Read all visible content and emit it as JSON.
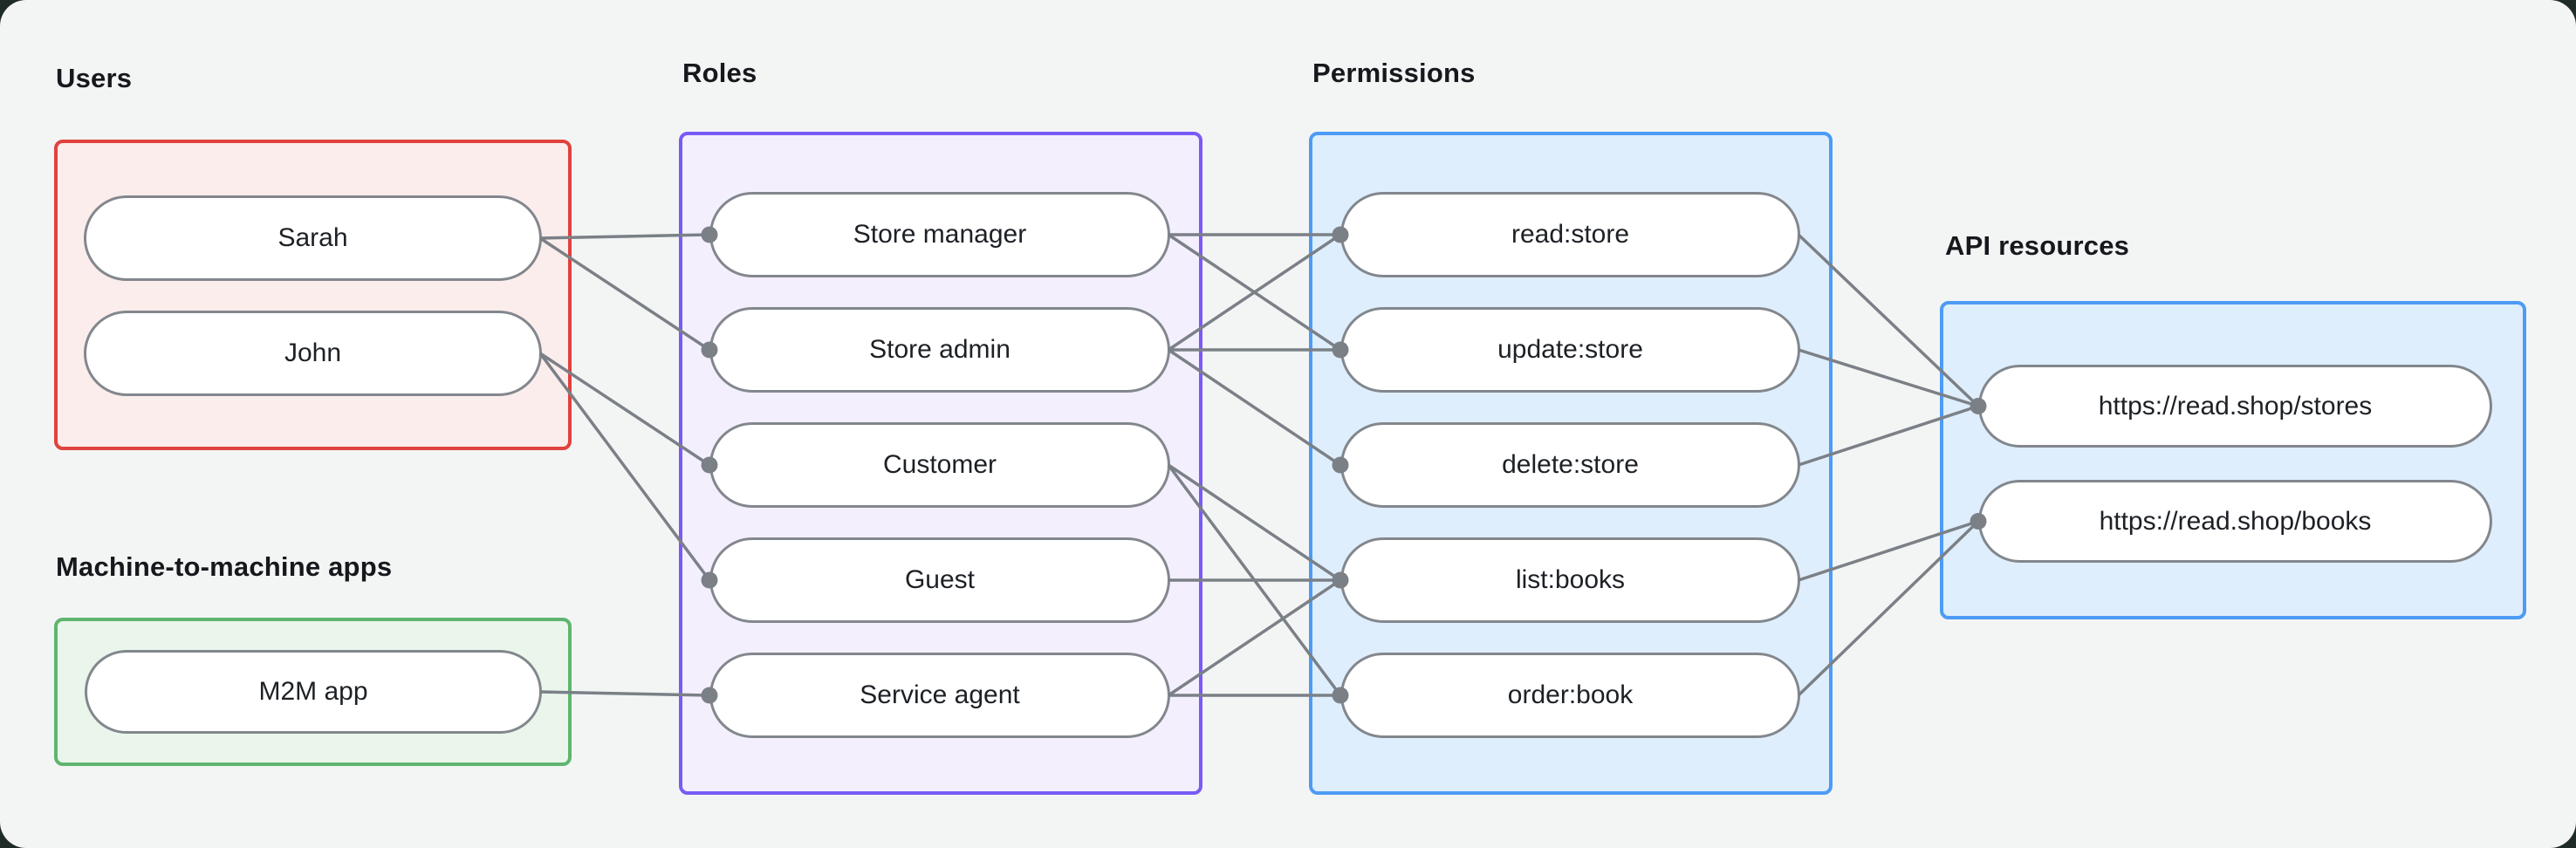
{
  "canvas": {
    "background_color": "#F3F5F4",
    "backdrop_color": "#1F2B26"
  },
  "style": {
    "line_color": "#7B8087",
    "node_border_color": "#82878D",
    "node_text_color": "#1D2126",
    "label_color": "#15181C"
  },
  "groups": [
    {
      "id": "users",
      "label": "Users",
      "border": "#E0423E",
      "fill": "#FBEDEB",
      "nodes": [
        {
          "id": "sarah",
          "label": "Sarah"
        },
        {
          "id": "john",
          "label": "John"
        }
      ]
    },
    {
      "id": "m2m",
      "label": "Machine-to-machine apps",
      "border": "#5FB56F",
      "fill": "#EAF6EB",
      "nodes": [
        {
          "id": "m2m_app",
          "label": "M2M app"
        }
      ]
    },
    {
      "id": "roles",
      "label": "Roles",
      "border": "#7A5AF6",
      "fill": "#F4EFFD",
      "nodes": [
        {
          "id": "store_manager",
          "label": "Store manager"
        },
        {
          "id": "store_admin",
          "label": "Store admin"
        },
        {
          "id": "customer",
          "label": "Customer"
        },
        {
          "id": "guest",
          "label": "Guest"
        },
        {
          "id": "service_agent",
          "label": "Service agent"
        }
      ]
    },
    {
      "id": "permissions",
      "label": "Permissions",
      "border": "#4D9BF5",
      "fill": "#DFEEFC",
      "nodes": [
        {
          "id": "read_store",
          "label": "read:store"
        },
        {
          "id": "update_store",
          "label": "update:store"
        },
        {
          "id": "delete_store",
          "label": "delete:store"
        },
        {
          "id": "list_books",
          "label": "list:books"
        },
        {
          "id": "order_book",
          "label": "order:book"
        }
      ]
    },
    {
      "id": "api",
      "label": "API resources",
      "border": "#4D9BF5",
      "fill": "#DFEEFC",
      "nodes": [
        {
          "id": "stores_api",
          "label": "https://read.shop/stores"
        },
        {
          "id": "books_api",
          "label": "https://read.shop/books"
        }
      ]
    }
  ],
  "edges": [
    [
      "sarah",
      "store_manager"
    ],
    [
      "sarah",
      "store_admin"
    ],
    [
      "john",
      "customer"
    ],
    [
      "john",
      "guest"
    ],
    [
      "m2m_app",
      "service_agent"
    ],
    [
      "store_manager",
      "read_store"
    ],
    [
      "store_manager",
      "update_store"
    ],
    [
      "store_admin",
      "read_store"
    ],
    [
      "store_admin",
      "update_store"
    ],
    [
      "store_admin",
      "delete_store"
    ],
    [
      "customer",
      "list_books"
    ],
    [
      "customer",
      "order_book"
    ],
    [
      "guest",
      "list_books"
    ],
    [
      "service_agent",
      "list_books"
    ],
    [
      "service_agent",
      "order_book"
    ],
    [
      "read_store",
      "stores_api"
    ],
    [
      "update_store",
      "stores_api"
    ],
    [
      "delete_store",
      "stores_api"
    ],
    [
      "list_books",
      "books_api"
    ],
    [
      "order_book",
      "books_api"
    ]
  ]
}
